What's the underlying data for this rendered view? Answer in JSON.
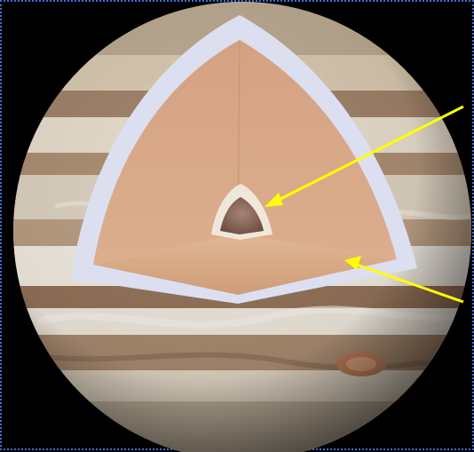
{
  "diagram": {
    "subject": "jupiter-interior-cutaway",
    "colors": {
      "background": "#000000",
      "frame_border": "#3b6fd6",
      "planet_base": "#c9b59b",
      "band_dark": "#8a6a52",
      "band_light": "#e8e1d6",
      "outer_layer": "#dcdff0",
      "mantle": "#d9a787",
      "mantle_floor": "#d7a985",
      "core_shell": "#efe7da",
      "core": "#8b6a5a",
      "arrow": "#ffff00",
      "great_red_spot": "#b97a57"
    },
    "layers": [
      {
        "name": "outer-atmosphere-layer",
        "color": "#dcdff0"
      },
      {
        "name": "mantle-layer",
        "color": "#d9a787"
      },
      {
        "name": "core-shell",
        "color": "#efe7da"
      },
      {
        "name": "rocky-core",
        "color": "#8b6a5a"
      }
    ],
    "pointers": [
      {
        "name": "core-pointer-arrow",
        "target": "rocky-core"
      },
      {
        "name": "mantle-pointer-arrow",
        "target": "mantle-layer"
      }
    ]
  }
}
